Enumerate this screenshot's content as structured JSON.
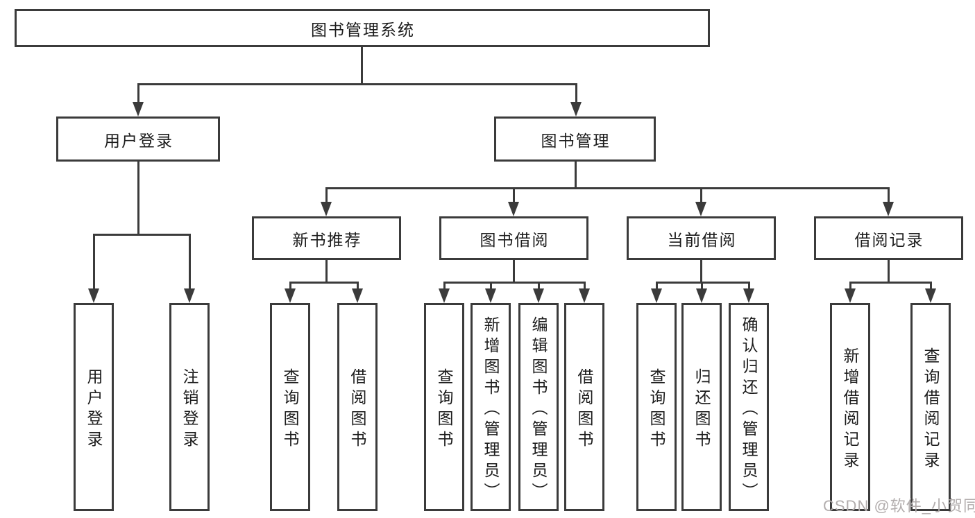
{
  "diagram": {
    "root": {
      "label": "图书管理系统"
    },
    "level2": [
      {
        "label": "用户登录"
      },
      {
        "label": "图书管理"
      }
    ],
    "level3": [
      {
        "label": "新书推荐"
      },
      {
        "label": "图书借阅"
      },
      {
        "label": "当前借阅"
      },
      {
        "label": "借阅记录"
      }
    ],
    "leaves": {
      "login": [
        {
          "label": "用户登录"
        },
        {
          "label": "注销登录"
        }
      ],
      "recommend": [
        {
          "label": "查询图书"
        },
        {
          "label": "借阅图书"
        }
      ],
      "borrow": [
        {
          "label": "查询图书"
        },
        {
          "label": "新增图书（管理员）"
        },
        {
          "label": "编辑图书（管理员）"
        },
        {
          "label": "借阅图书"
        }
      ],
      "current": [
        {
          "label": "查询图书"
        },
        {
          "label": "归还图书"
        },
        {
          "label": "确认归还（管理员）"
        }
      ],
      "records": [
        {
          "label": "新增借阅记录"
        },
        {
          "label": "查询借阅记录"
        }
      ]
    },
    "watermark": "CSDN @软件_小贺同学",
    "colors": {
      "line": "#3b3b3b",
      "text": "#1c1c1c",
      "box_fill": "#ffffff",
      "watermark": "#b2adad",
      "background": "#ffffff"
    }
  }
}
